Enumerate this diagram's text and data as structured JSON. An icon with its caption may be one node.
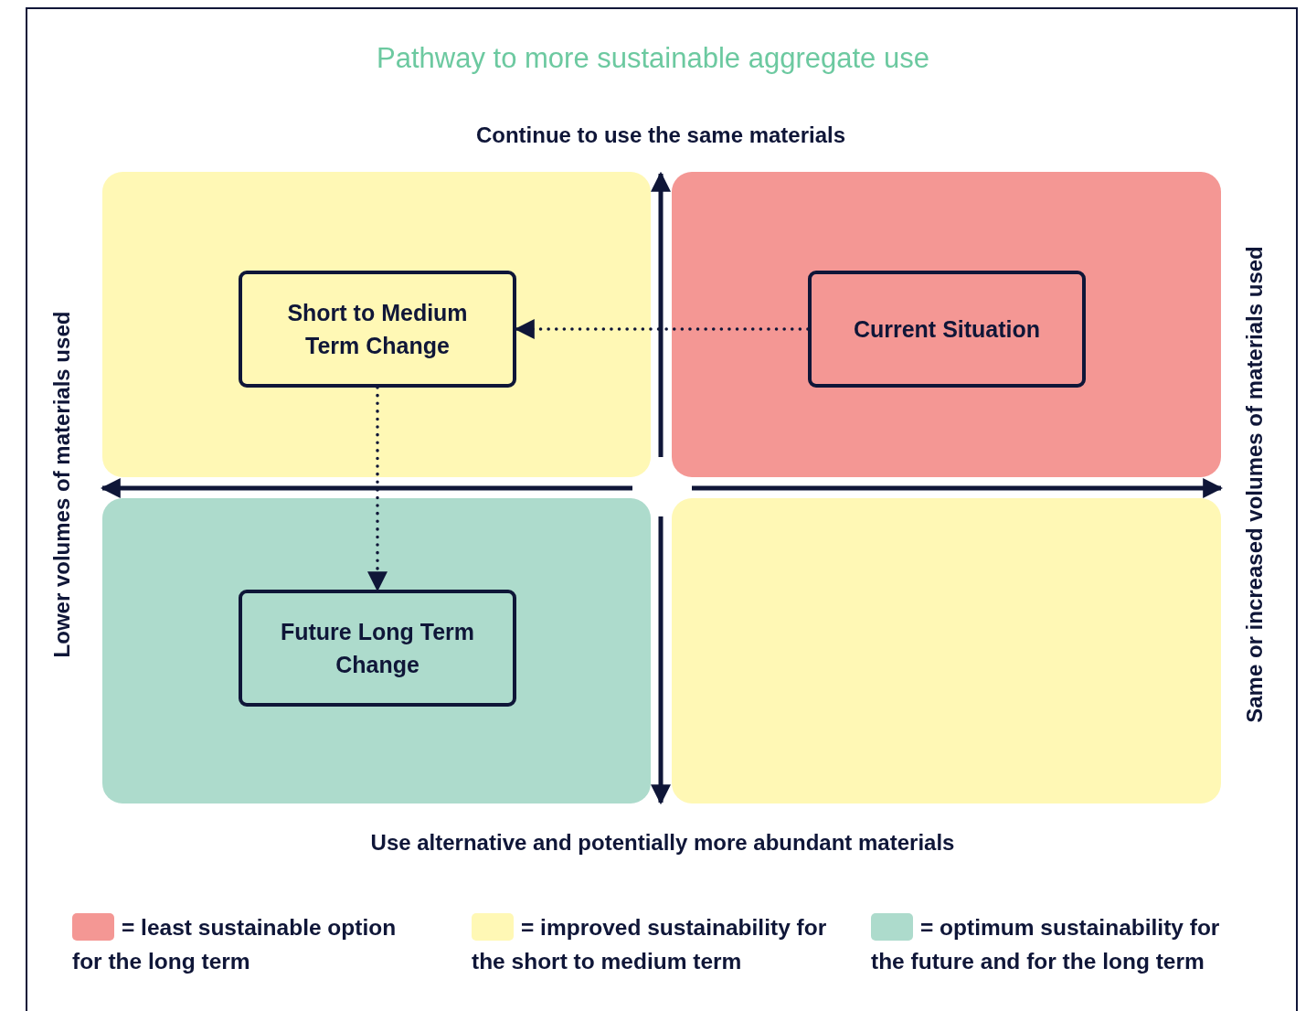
{
  "diagram": {
    "title": "Pathway to more sustainable aggregate use",
    "nodes": [
      {
        "text": [],
        "shape": "box"
      },
      {
        "text": [],
        "shape": "box"
      },
      {
        "text": [],
        "shape": "box"
      },
      {
        "text": [],
        "shape": "box"
      },
      {
        "text": [
          "Short to Medium Term Change"
        ],
        "in": 0
      },
      {
        "text": [
          "Current Situation"
        ],
        "in": 1
      },
      {
        "text": [
          "Future Long Term Change"
        ],
        "in": 2
      }
    ],
    "edges": [
      {
        "from": 5,
        "to": 4,
        "arrow": "to",
        "style": "dashed"
      },
      {
        "from": 4,
        "to": 6,
        "arrow": "to",
        "style": "dashed"
      }
    ],
    "labels": [
      "Continue to use the same materials",
      "Lower volumes of materials used",
      "Same or increased volumes of materials used",
      "Use alternative and potentially more abundant materials"
    ],
    "legend": [
      {
        "text": "= least sustainable option for the long term",
        "color": "#f49794"
      },
      {
        "text": "= improved sustainability for the short to medium term",
        "color": "#fff8b5"
      },
      {
        "text": "= optimum sustainability for the future and for the long term",
        "color": "#addbcc"
      }
    ]
  }
}
